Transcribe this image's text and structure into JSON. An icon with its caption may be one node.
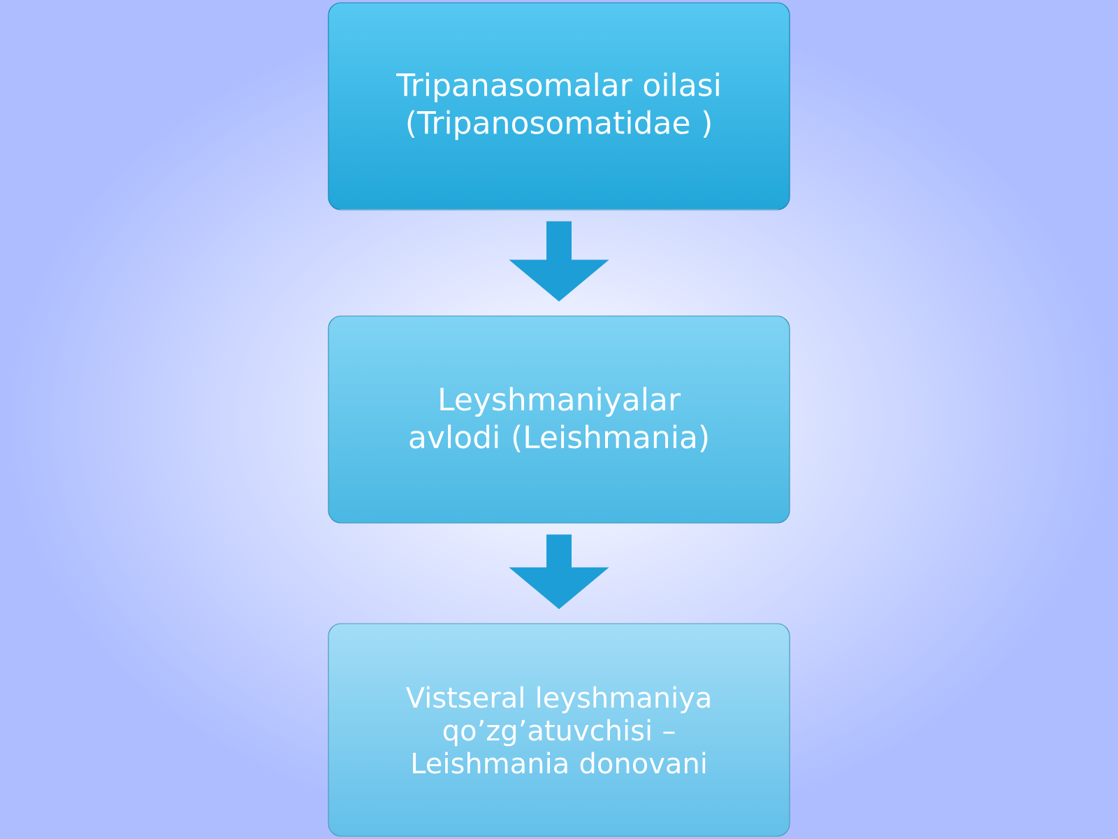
{
  "diagram": {
    "nodes": [
      {
        "text": [
          "Tripanasomalar oilasi (Tripanosomatidae )"
        ]
      },
      {
        "text": [
          "Leyshmaniyalar avlodi (Leishmania)"
        ]
      },
      {
        "text": [
          "Vistseral leyshmaniya qo’zg’atuvchisi – Leishmania donovani"
        ]
      }
    ],
    "edges": [
      {
        "from": 0,
        "to": 1,
        "arrow": "to"
      },
      {
        "from": 1,
        "to": 2,
        "arrow": "to"
      }
    ]
  }
}
